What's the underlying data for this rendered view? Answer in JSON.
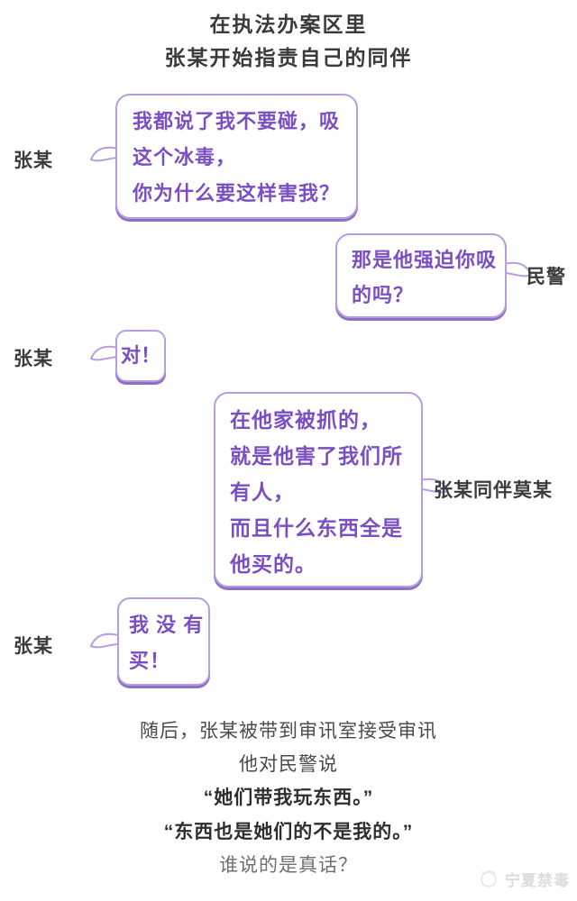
{
  "header": {
    "line1": "在执法办案区里",
    "line2": "张某开始指责自己的同伴"
  },
  "conversation": [
    {
      "speaker": "张某",
      "side": "left",
      "text": "我都说了我不要碰，吸\n这个冰毒，\n你为什么要这样害我？"
    },
    {
      "speaker": "民警",
      "side": "right",
      "text": "那是他强迫你吸\n的吗？"
    },
    {
      "speaker": "张某",
      "side": "left",
      "text": "对！"
    },
    {
      "speaker": "张某同伴莫某",
      "side": "right",
      "text": "在他家被抓的，\n就是他害了我们所\n有人，\n而且什么东西全是\n他买的。"
    },
    {
      "speaker": "张某",
      "side": "left",
      "text": "我 没 有\n买！"
    }
  ],
  "footer": {
    "narration1": "随后，张某被带到审讯室接受审讯",
    "narration2": "他对民警说",
    "quote1": "“她们带我玩东西。”",
    "quote2": "“东西也是她们的不是我的。”",
    "question": "谁说的是真话？"
  },
  "watermark": {
    "name": "宁夏禁毒"
  },
  "colors": {
    "bubble_text": "#7a4fc4",
    "bubble_border": "#b79ce0",
    "bubble_shadow": "#8d6fc7",
    "heading_text": "#3a3a3a",
    "narration_text": "#4b4b4b",
    "quote_text": "#2e2e2e",
    "question_text": "#6f6f6f",
    "watermark_text": "#dcdcdc"
  }
}
